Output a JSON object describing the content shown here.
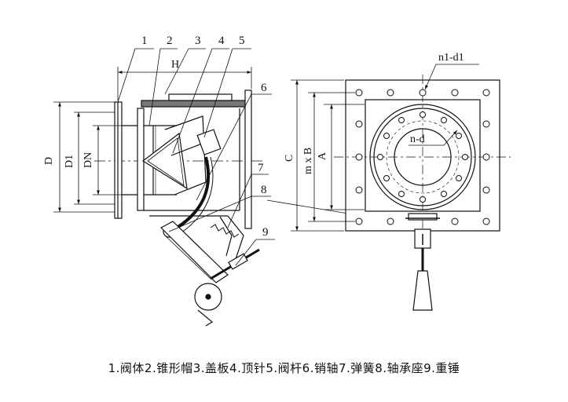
{
  "callouts": [
    "1",
    "2",
    "3",
    "4",
    "5",
    "6",
    "7",
    "8",
    "9"
  ],
  "side_view": {
    "dimensions": {
      "length": "H",
      "outer": "D",
      "bolt_circle": "D1",
      "nominal": "DN"
    }
  },
  "front_view": {
    "dimensions": {
      "outer": "C",
      "pitch": "m x B",
      "inner": "A"
    },
    "holes_outer": "n1-d1",
    "holes_inner": "n-d"
  },
  "caption": "1.阀体2.锥形帽3.盖板4.顶针5.阀杆6.销轴7.弹簧8.轴承座9.重锤"
}
